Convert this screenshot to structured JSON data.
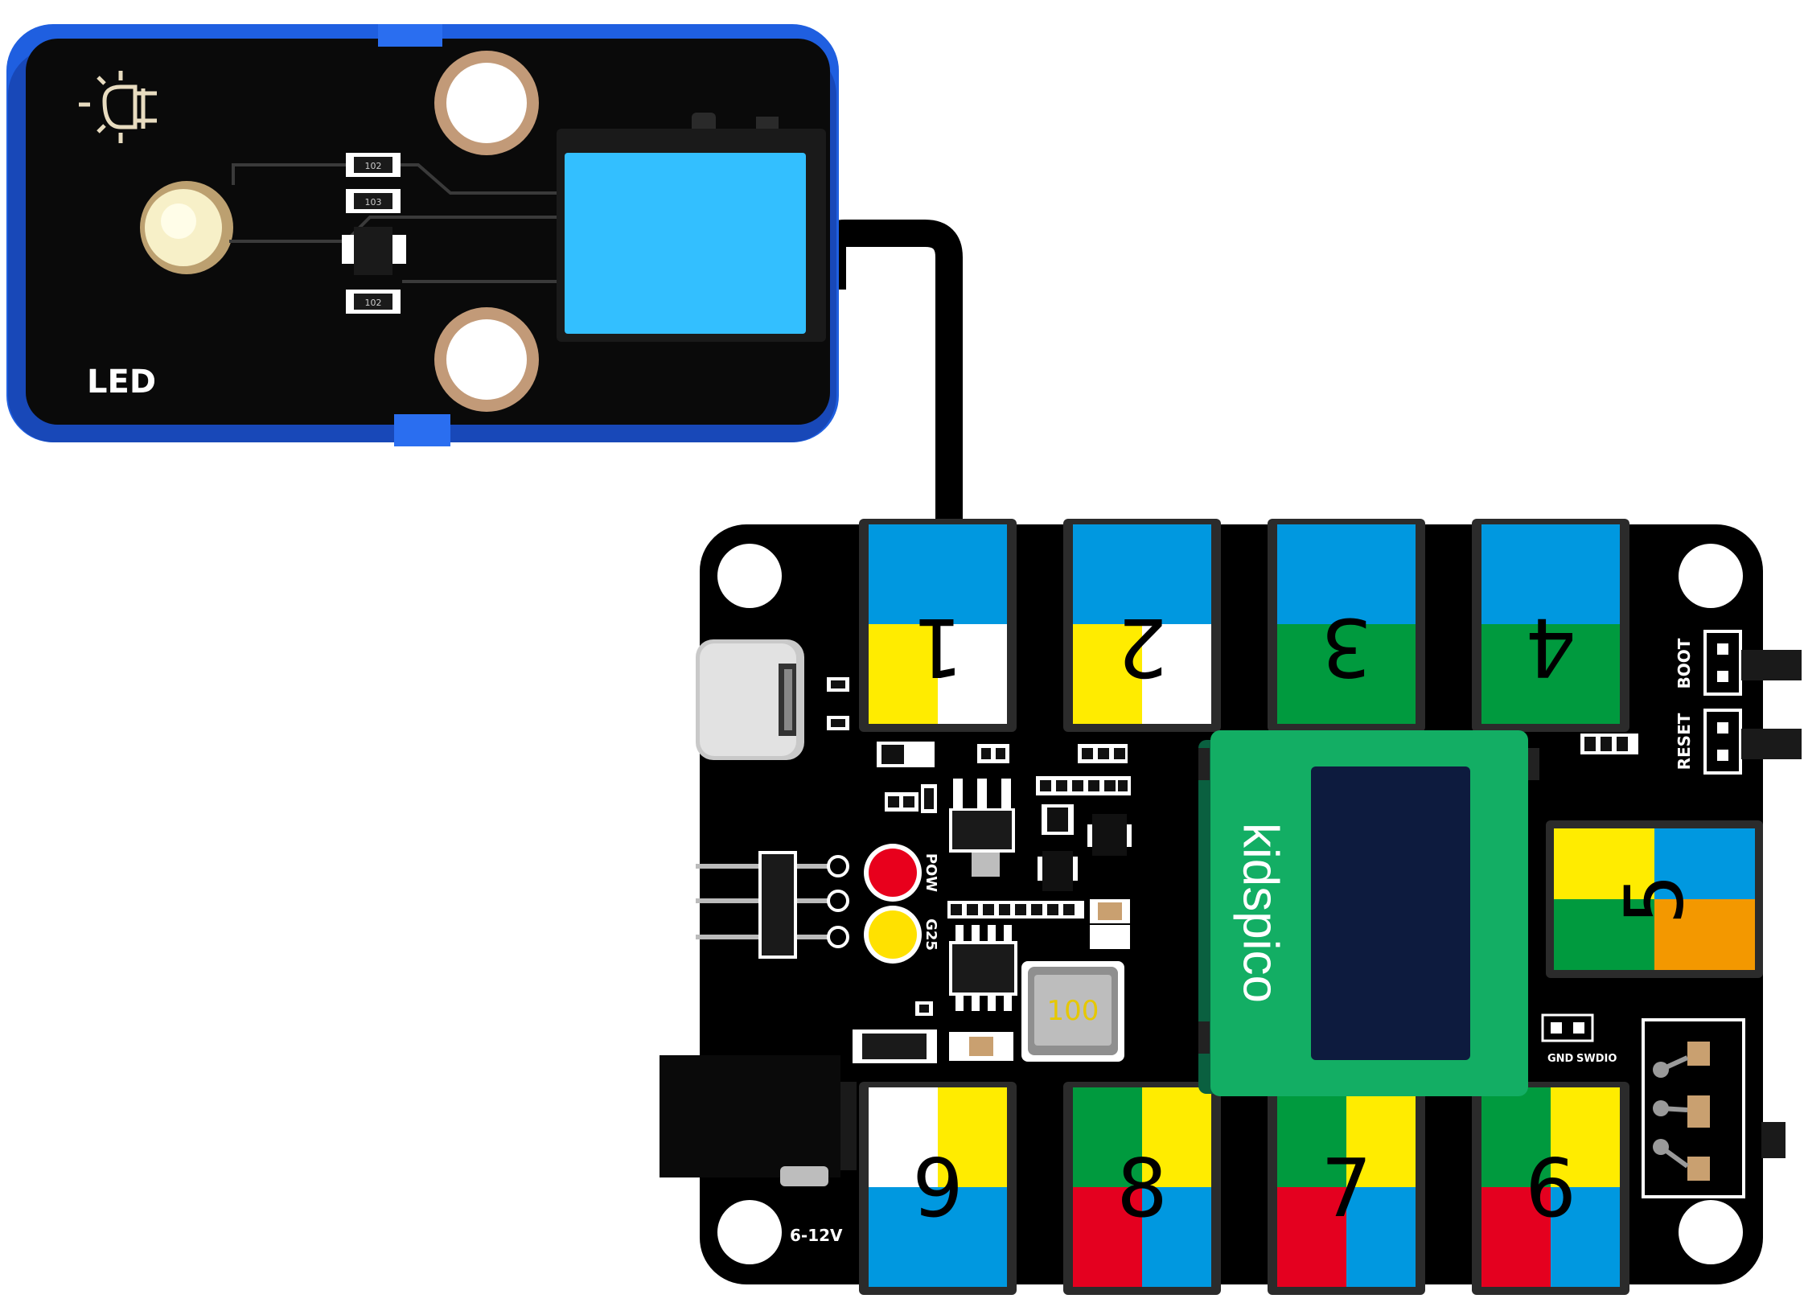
{
  "led_module": {
    "label": "LED",
    "resistor_marks": [
      "102",
      "103",
      "102"
    ],
    "board_color": "#0a0a0a",
    "frame_color": "#1f5fe0",
    "port_color": "#33bfff"
  },
  "main_board": {
    "brand": "kidspico",
    "power_label": "6-12V",
    "inductor_mark": "100",
    "indicators": [
      {
        "label": "POW",
        "color": "#e8001c"
      },
      {
        "label": "G25",
        "color": "#ffe100"
      }
    ],
    "buttons": [
      "BOOT",
      "RESET"
    ],
    "debug_pins": [
      "GND",
      "SWDIO"
    ],
    "ports": [
      "1",
      "2",
      "3",
      "4",
      "5",
      "6",
      "7",
      "8",
      "9"
    ],
    "display_icon": "oled-screen",
    "colors": {
      "board": "#000000",
      "blue": "#0098e0",
      "yellow": "#ffec00",
      "green": "#009a3e",
      "red": "#e4001f",
      "orange": "#f39800",
      "white": "#ffffff",
      "brand_green": "#13ae64",
      "screen": "#0d1b3e"
    }
  },
  "connection": {
    "from": "led-module-port",
    "to": "port-1",
    "wire_color": "#000000"
  }
}
